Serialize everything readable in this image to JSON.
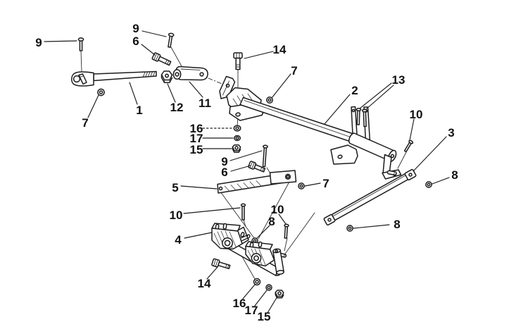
{
  "figure": {
    "kind": "exploded-parts-technical-diagram",
    "colors": {
      "paper": "#ffffff",
      "ink": "#1c1c1c"
    },
    "visible_part_numbers": [
      "1",
      "2",
      "3",
      "4",
      "5",
      "6",
      "7",
      "8",
      "9",
      "10",
      "11",
      "12",
      "13",
      "14",
      "15",
      "16",
      "17"
    ]
  },
  "callouts": [
    {
      "id": "9-rod-pin",
      "text": "9"
    },
    {
      "id": "9-clevis-pin",
      "text": "9"
    },
    {
      "id": "6-upper-bolt",
      "text": "6"
    },
    {
      "id": "14-bracket-bolt",
      "text": "14"
    },
    {
      "id": "7-bracket-washer",
      "text": "7"
    },
    {
      "id": "2-cross-tube",
      "text": "2"
    },
    {
      "id": "13-strap-pins",
      "text": "13"
    },
    {
      "id": "10-hanger-pin",
      "text": "10"
    },
    {
      "id": "3-support-strap",
      "text": "3"
    },
    {
      "id": "7-rod-washer",
      "text": "7"
    },
    {
      "id": "1-tie-rod",
      "text": "1"
    },
    {
      "id": "12-nut",
      "text": "12"
    },
    {
      "id": "11-clevis",
      "text": "11"
    },
    {
      "id": "16-upper-washer",
      "text": "16"
    },
    {
      "id": "17-upper-washer",
      "text": "17"
    },
    {
      "id": "15-upper-nut",
      "text": "15"
    },
    {
      "id": "9-link-pin",
      "text": "9"
    },
    {
      "id": "6-lower-bolt",
      "text": "6"
    },
    {
      "id": "5-link-bar",
      "text": "5"
    },
    {
      "id": "7-link-washer",
      "text": "7"
    },
    {
      "id": "8-strap-upper-washer",
      "text": "8"
    },
    {
      "id": "8-strap-lower-washer",
      "text": "8"
    },
    {
      "id": "10-bracket-pin",
      "text": "10"
    },
    {
      "id": "10-link-top-pin",
      "text": "10"
    },
    {
      "id": "8-bracket-washer",
      "text": "8"
    },
    {
      "id": "4-mounting-bracket",
      "text": "4"
    },
    {
      "id": "14-lower-bolt",
      "text": "14"
    },
    {
      "id": "16-lower-washer",
      "text": "16"
    },
    {
      "id": "17-lower-washer",
      "text": "17"
    },
    {
      "id": "15-lower-nut",
      "text": "15"
    }
  ]
}
